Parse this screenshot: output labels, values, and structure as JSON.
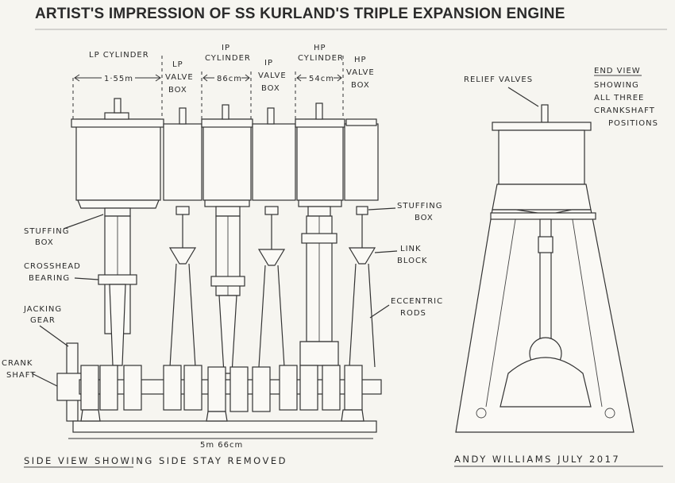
{
  "title": "ARTIST'S IMPRESSION OF SS KURLAND'S TRIPLE EXPANSION ENGINE",
  "side_view": {
    "dimensions": {
      "lp_cylinder": "1·55m",
      "ip_cylinder": "86cm",
      "hp_cylinder": "54cm",
      "overall_length": "5m 66cm"
    },
    "labels": {
      "lp_cylinder": "LP CYLINDER",
      "lp_valve_box_1": "LP",
      "lp_valve_box_2": "VALVE",
      "lp_valve_box_3": "BOX",
      "ip_cylinder_1": "IP",
      "ip_cylinder_2": "CYLINDER",
      "ip_valve_box_1": "IP",
      "ip_valve_box_2": "VALVE",
      "ip_valve_box_3": "BOX",
      "hp_cylinder_1": "HP",
      "hp_cylinder_2": "CYLINDER",
      "hp_valve_box_1": "HP",
      "hp_valve_box_2": "VALVE",
      "hp_valve_box_3": "BOX",
      "stuffing_box_left_1": "STUFFING",
      "stuffing_box_left_2": "BOX",
      "crosshead_bearing_1": "CROSSHEAD",
      "crosshead_bearing_2": "BEARING",
      "jacking_gear_1": "JACKING",
      "jacking_gear_2": "GEAR",
      "crank_shaft_1": "CRANK",
      "crank_shaft_2": "SHAFT",
      "stuffing_box_right_1": "STUFFING",
      "stuffing_box_right_2": "BOX",
      "link_block_1": "LINK",
      "link_block_2": "BLOCK",
      "eccentric_rods_1": "ECCENTRIC",
      "eccentric_rods_2": "RODS"
    },
    "caption": "SIDE VIEW SHOWING SIDE STAY REMOVED"
  },
  "end_view": {
    "relief_valves": "RELIEF VALVES",
    "note_1": "END VIEW",
    "note_2": "SHOWING",
    "note_3": "ALL THREE",
    "note_4": "CRANKSHAFT",
    "note_5": "POSITIONS"
  },
  "signature": "ANDY WILLIAMS JULY 2017"
}
